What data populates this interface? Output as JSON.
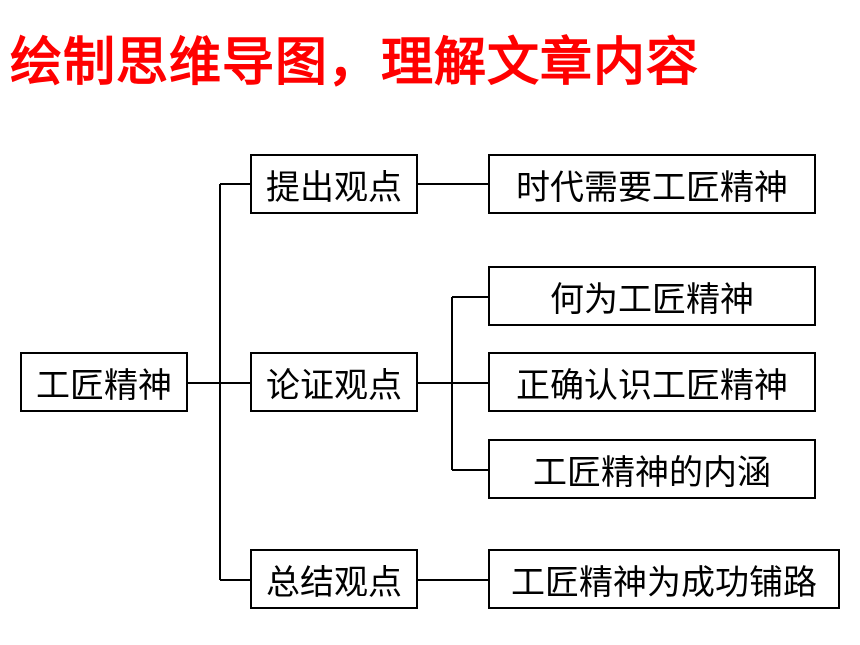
{
  "title": {
    "text": "绘制思维导图，理解文章内容",
    "color": "#ff0000"
  },
  "mindmap": {
    "root": "工匠精神",
    "branches": [
      {
        "label": "提出观点",
        "children": [
          "时代需要工匠精神"
        ]
      },
      {
        "label": "论证观点",
        "children": [
          "何为工匠精神",
          "正确认识工匠精神",
          "工匠精神的内涵"
        ]
      },
      {
        "label": "总结观点",
        "children": [
          "工匠精神为成功铺路"
        ]
      }
    ]
  }
}
